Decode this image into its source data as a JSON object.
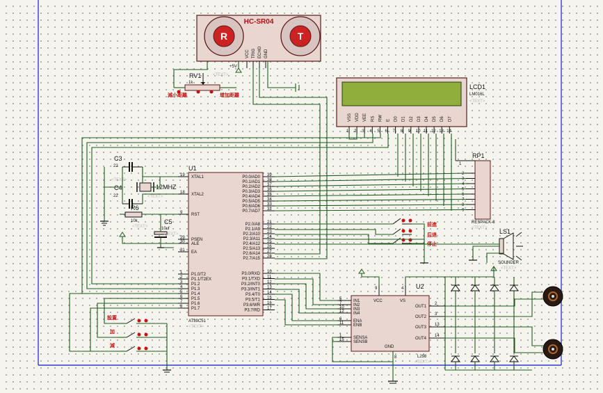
{
  "components": {
    "sensor": {
      "name": "HC-SR04",
      "r": "R",
      "t": "T",
      "pins": [
        "VCC",
        "TRIG",
        "ECHO",
        "GND"
      ]
    },
    "rv1": {
      "ref": "RV1",
      "value": "1k",
      "text": "<TEXT>",
      "left_label": "減小距離",
      "right_label": "增加距離"
    },
    "lcd": {
      "ref": "LCD1",
      "model": "LM016L",
      "text": "<TEXT>",
      "pins": [
        "VSS",
        "VDD",
        "VEE",
        "RS",
        "RW",
        "E",
        "D0",
        "D1",
        "D2",
        "D3",
        "D4",
        "D5",
        "D6",
        "D7"
      ],
      "pin_nums": [
        "1",
        "2",
        "3",
        "4",
        "5",
        "6",
        "7",
        "8",
        "9",
        "10",
        "11",
        "12",
        "13",
        "14"
      ]
    },
    "c3": {
      "ref": "C3",
      "value": "22",
      "text": "<TEXT>"
    },
    "c4": {
      "ref": "C4",
      "value": "22",
      "text": "<TEXT>"
    },
    "crystal": {
      "value": "12MHZ",
      "text": "<TEXT>"
    },
    "r6": {
      "ref": "R6",
      "value": "10k",
      "text": "<TEXT>"
    },
    "c5": {
      "ref": "C5",
      "value": "10uf",
      "text": "<TEXT>"
    },
    "u1": {
      "ref": "U1",
      "model": "AT89C51",
      "text": "<TEXT>",
      "left_pins": [
        {
          "num": "19",
          "name": "XTAL1"
        },
        {
          "num": "18",
          "name": "XTAL2"
        },
        {
          "num": "9",
          "name": "RST"
        },
        {
          "num": "29",
          "name": "PSEN"
        },
        {
          "num": "30",
          "name": "ALE"
        },
        {
          "num": "31",
          "name": "EA"
        },
        {
          "num": "1",
          "name": "P1.0/T2"
        },
        {
          "num": "2",
          "name": "P1.1/T2EX"
        },
        {
          "num": "3",
          "name": "P1.2"
        },
        {
          "num": "4",
          "name": "P1.3"
        },
        {
          "num": "5",
          "name": "P1.4"
        },
        {
          "num": "6",
          "name": "P1.5"
        },
        {
          "num": "7",
          "name": "P1.6"
        },
        {
          "num": "8",
          "name": "P1.7"
        }
      ],
      "right_pins": [
        {
          "num": "39",
          "name": "P0.0/AD0"
        },
        {
          "num": "38",
          "name": "P0.1/AD1"
        },
        {
          "num": "37",
          "name": "P0.2/AD2"
        },
        {
          "num": "36",
          "name": "P0.3/AD3"
        },
        {
          "num": "35",
          "name": "P0.4/AD4"
        },
        {
          "num": "34",
          "name": "P0.5/AD5"
        },
        {
          "num": "33",
          "name": "P0.6/AD6"
        },
        {
          "num": "32",
          "name": "P0.7/AD7"
        },
        {
          "num": "21",
          "name": "P2.0/A8"
        },
        {
          "num": "22",
          "name": "P2.1/A9"
        },
        {
          "num": "23",
          "name": "P2.2/A10"
        },
        {
          "num": "24",
          "name": "P2.3/A11"
        },
        {
          "num": "25",
          "name": "P2.4/A12"
        },
        {
          "num": "26",
          "name": "P2.5/A13"
        },
        {
          "num": "27",
          "name": "P2.6/A14"
        },
        {
          "num": "28",
          "name": "P2.7/A15"
        },
        {
          "num": "10",
          "name": "P3.0/RXD"
        },
        {
          "num": "11",
          "name": "P3.1/TXD"
        },
        {
          "num": "12",
          "name": "P3.2/INT0"
        },
        {
          "num": "13",
          "name": "P3.3/INT1"
        },
        {
          "num": "14",
          "name": "P3.4/T0"
        },
        {
          "num": "15",
          "name": "P3.5/T1"
        },
        {
          "num": "16",
          "name": "P3.6/WR"
        },
        {
          "num": "17",
          "name": "P3.7/RD"
        }
      ]
    },
    "rp1": {
      "ref": "RP1",
      "model": "RESPACK-8",
      "text": "<TEXT>",
      "pins": [
        "2",
        "3",
        "4",
        "5",
        "6",
        "7",
        "8",
        "9"
      ],
      "top_pin": "1"
    },
    "switches_right": {
      "labels": [
        "前進",
        "后退",
        "停止"
      ]
    },
    "ls1": {
      "ref": "LS1",
      "model": "SOUNDER",
      "text": "<TEXT>"
    },
    "switches_left": {
      "labels": [
        "設置",
        "加",
        "減"
      ]
    },
    "u2": {
      "ref": "U2",
      "model": "L298",
      "text": "<TEXT>",
      "top_pins": [
        {
          "num": "9",
          "name": "VCC"
        },
        {
          "num": "4",
          "name": "VS"
        }
      ],
      "left_pins": [
        {
          "num": "5",
          "name": "IN1"
        },
        {
          "num": "7",
          "name": "IN2"
        },
        {
          "num": "10",
          "name": "IN3"
        },
        {
          "num": "12",
          "name": "IN4"
        },
        {
          "num": "6",
          "name": "ENA"
        },
        {
          "num": "11",
          "name": "ENB"
        },
        {
          "num": "1",
          "name": "SENSA"
        },
        {
          "num": "15",
          "name": "SENSB"
        }
      ],
      "right_pins": [
        {
          "num": "2",
          "name": "OUT1"
        },
        {
          "num": "3",
          "name": "OUT2"
        },
        {
          "num": "13",
          "name": "OUT3"
        },
        {
          "num": "14",
          "name": "OUT4"
        }
      ],
      "gnd_pin": {
        "num": "8",
        "name": "GND"
      }
    },
    "supply_labels": {
      "vplus": "+5V",
      "gnd": "GND"
    }
  },
  "colors": {
    "wire": "#1f5a1f",
    "chip_fill": "#e9d6d0",
    "chip_border": "#5a1a1a",
    "frame": "#2b3fd0",
    "text_placeholder": "#b9b9b9",
    "label_red": "#c41212"
  }
}
